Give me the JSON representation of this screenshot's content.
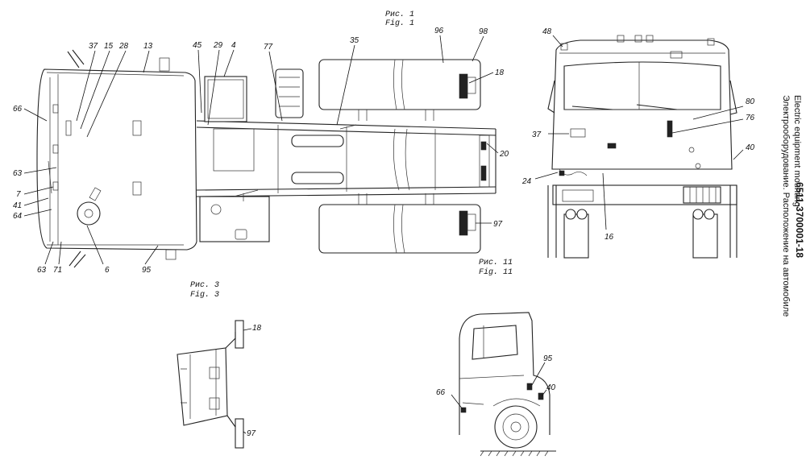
{
  "title": {
    "code": "6511-3700001-18",
    "ru": "Электрооборудование. Расположение на автомобиле",
    "en": "Electric equipment mounting"
  },
  "figures": [
    {
      "ru": "Рис. 1",
      "en": "Fig. 1"
    },
    {
      "ru": "Рис. 3",
      "en": "Fig. 3"
    },
    {
      "ru": "Рис. 11",
      "en": "Fig. 11"
    }
  ],
  "callouts": {
    "fig1": [
      "37",
      "15",
      "28",
      "13",
      "45",
      "29",
      "4",
      "77",
      "35",
      "96",
      "98",
      "18",
      "66",
      "63",
      "7",
      "41",
      "64",
      "63",
      "71",
      "6",
      "95",
      "20",
      "97"
    ],
    "front": [
      "48",
      "80",
      "76",
      "37",
      "40",
      "24",
      "16"
    ],
    "fig3": [
      "18",
      "97"
    ],
    "fig11": [
      "95",
      "40",
      "66"
    ]
  }
}
